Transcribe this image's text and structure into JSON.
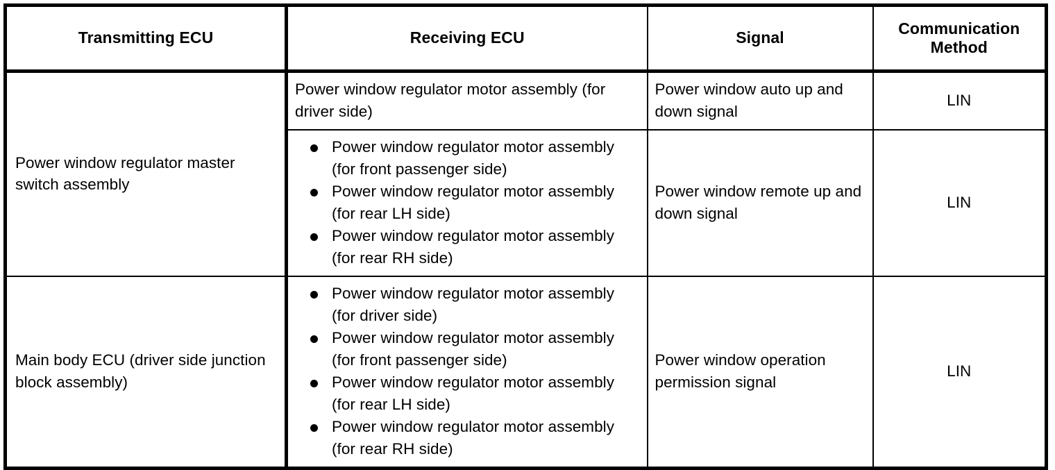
{
  "table": {
    "columns": [
      {
        "key": "transmitting",
        "label": "Transmitting ECU"
      },
      {
        "key": "receiving",
        "label": "Receiving ECU"
      },
      {
        "key": "signal",
        "label": "Signal"
      },
      {
        "key": "method",
        "label": "Communication\nMethod",
        "label_line1": "Communication",
        "label_line2": "Method"
      }
    ],
    "rows": [
      {
        "transmitting": "Power window regulator master switch assembly",
        "transmitting_rowspan": 2,
        "receiving_type": "plain",
        "receiving_text": "Power window regulator motor assembly (for driver side)",
        "signal": "Power window auto up and down signal",
        "method": "LIN"
      },
      {
        "receiving_type": "bullets",
        "receiving_items": [
          "Power window regulator motor assembly (for front passenger side)",
          "Power window regulator motor assembly (for rear LH side)",
          "Power window regulator motor assembly (for rear RH side)"
        ],
        "signal": "Power window remote up and down signal",
        "method": "LIN"
      },
      {
        "transmitting": "Main body ECU (driver side junction block assembly)",
        "transmitting_rowspan": 1,
        "receiving_type": "bullets",
        "receiving_items": [
          "Power window regulator motor assembly (for driver side)",
          "Power window regulator motor assembly (for front passenger side)",
          "Power window regulator motor assembly (for rear LH side)",
          "Power window regulator motor assembly (for rear RH side)"
        ],
        "signal": "Power window operation permission signal",
        "method": "LIN"
      }
    ]
  },
  "colors": {
    "border": "#000000",
    "text": "#000000",
    "background": "#ffffff"
  }
}
